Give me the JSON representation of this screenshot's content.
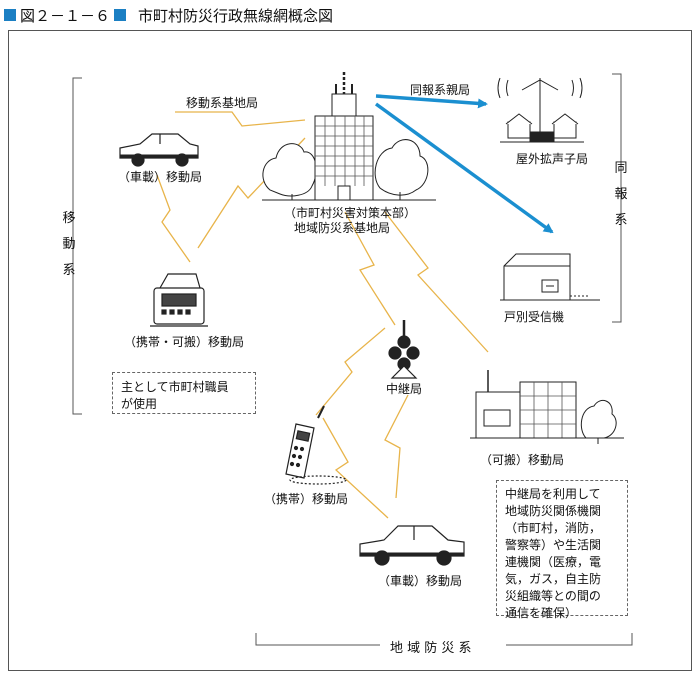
{
  "figure": {
    "number": "図２－１－６",
    "title": "市町村防災行政無線網概念図"
  },
  "nodes": {
    "hq": {
      "line1": "（市町村災害対策本部）",
      "line2": "地域防災系基地局"
    },
    "mobile_base_station": "移動系基地局",
    "broadcast_parent_station": "同報系親局",
    "outdoor_loudspeaker": "屋外拡声子局",
    "household_receiver": "戸別受信機",
    "vehicle_mobile_top": "（車載）移動局",
    "portable_mobile": "（携帯・可搬）移動局",
    "relay_station": "中継局",
    "transportable_mobile": "（可搬）移動局",
    "handheld_mobile": "（携帯）移動局",
    "vehicle_mobile_bottom": "（車載）移動局"
  },
  "groups": {
    "mobile_system": [
      "移",
      "動",
      "系"
    ],
    "broadcast_system": [
      "同",
      "報",
      "系"
    ],
    "regional_system": "地 域 防 災 系"
  },
  "notes": {
    "staff_use": [
      "主として市町村職員",
      "が使用"
    ],
    "relay_use": [
      "中継局を利用して",
      "地域防災関係機関",
      "（市町村，消防，",
      "警察等）や生活関",
      "連機関（医療，電",
      "気，ガス，自主防",
      "災組織等との間の",
      "通信を確保）"
    ]
  },
  "colors": {
    "title_square": "#1b7fc3",
    "broadcast_link": "#1b8fd0",
    "radio_link": "#e8b44a"
  }
}
